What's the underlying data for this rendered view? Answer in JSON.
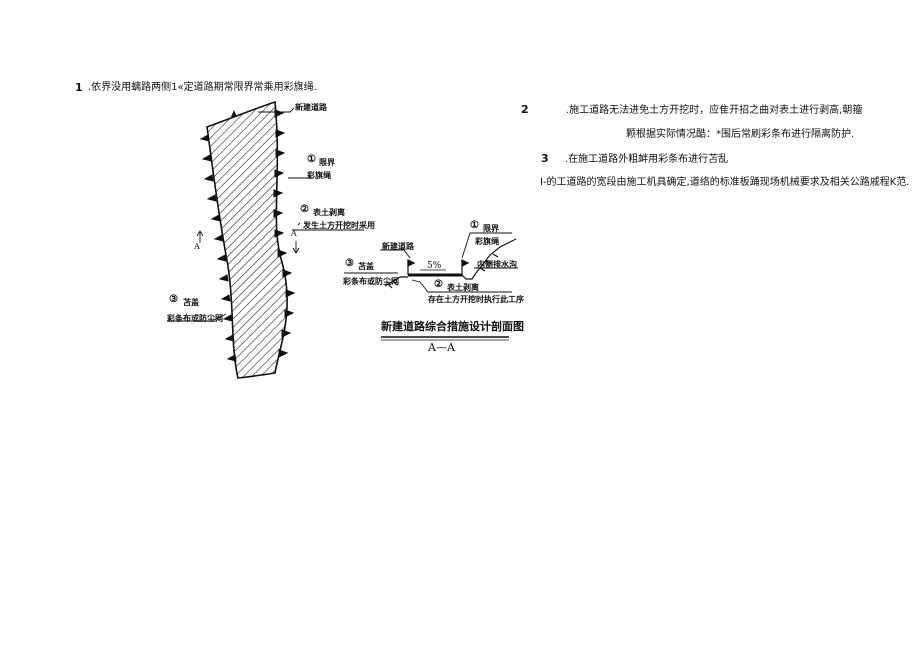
{
  "items": {
    "item1": {
      "num": "1",
      "text": ".依界没用螭路两侧1«定道路期常限界常乘用彩旗绳."
    },
    "item2": {
      "num": "2",
      "text": ".施工道路无法进免土方开挖时，应隹开招之曲对表土进行剥高,朝籀",
      "text2": "颗根据实际情况酷：*围后常刷彩条布进行隔离防护."
    },
    "item3": {
      "num": "3",
      "text": ".在施工道路外粗衅用彩条布进行苫乱"
    },
    "note": {
      "text": "I-的工道路的宽段由施工机具确定,道络的标准板踊现场机械要求及相关公路戚程K范."
    }
  },
  "plan_drawing": {
    "label_new_road": "新建道路",
    "label_circle1": "①",
    "label_limit": "限界",
    "label_flag_rope": "彩旗绳",
    "label_circle2": "②",
    "label_topsoil": "表土剥离",
    "label_topsoil_sub": "发生土方开挖时采用",
    "label_circle3": "③",
    "label_cover": "苫盖",
    "label_cover_sub": "彩条布或防尘网",
    "mark_a_left": "A",
    "mark_a_right": "A"
  },
  "section_drawing": {
    "label_new_road": "新建道路",
    "label_circle1": "①",
    "label_limit": "限界",
    "label_flag_rope": "彩旗绳",
    "label_slope": "5%",
    "label_drain": "内侧排水沟",
    "label_circle2": "②",
    "label_topsoil": "表土剥离",
    "label_topsoil_sub": "存在土方开挖时执行此工序",
    "label_circle3": "③",
    "label_cover": "苫盖",
    "label_cover_sub": "彩条布或防尘网",
    "title": "新建道路综合措施设计剖面图",
    "subtitle": "A—A"
  }
}
